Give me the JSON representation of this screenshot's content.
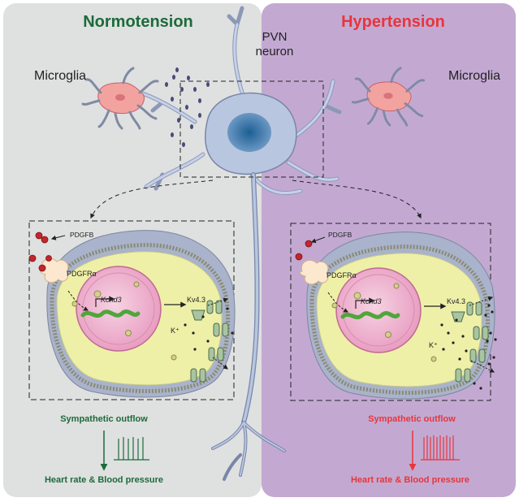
{
  "panels": {
    "left": {
      "title": "Normotension",
      "title_color": "#1b6b3a",
      "bg": "#dfe0e0"
    },
    "right": {
      "title": "Hypertension",
      "title_color": "#e8353b",
      "bg": "#c3a9d2"
    }
  },
  "neuron_label": {
    "line1": "PVN",
    "line2": "neuron"
  },
  "microglia": {
    "left": "Microglia",
    "right": "Microglia"
  },
  "cell_labels": {
    "pdgfb": "PDGFB",
    "pdgfra": "PDGFRα",
    "gene": "Kcnd3",
    "channel": "Kv4.3",
    "ion": "K⁺"
  },
  "outflow": {
    "left": {
      "top": "Sympathetic outflow",
      "bottom": "Heart rate & Blood pressure",
      "color": "#1b6b3a",
      "trend": "down"
    },
    "right": {
      "top": "Sympathetic outflow",
      "bottom": "Heart rate & Blood pressure",
      "color": "#e8353b",
      "trend": "up"
    }
  },
  "colors": {
    "neuron": "#b9c6e0",
    "nucleus": "#2f6fa0",
    "cell_cytoplasm": "#eef0a8",
    "cell_membrane": "#9aa0b8",
    "cell_nucleus": "#e9a9c6",
    "microglia": "#f2a3a0",
    "pdgfb": "#c1272d",
    "channel": "#a8c4a0"
  }
}
